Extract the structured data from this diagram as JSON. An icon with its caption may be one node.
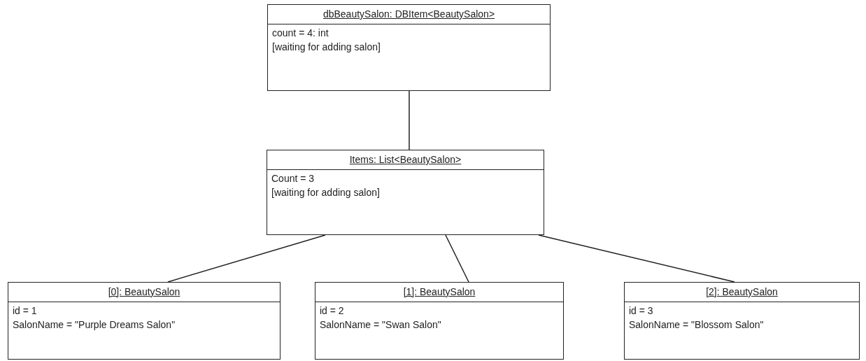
{
  "diagram": {
    "nodes": [
      {
        "text": [
          "dbBeautySalon: DBItem<BeautySalon>",
          "count = 4: int",
          "[waiting for adding salon]"
        ]
      },
      {
        "text": [
          "Items: List<BeautySalon>",
          "Count = 3",
          "[waiting for adding salon]"
        ]
      },
      {
        "text": [
          "[0]: BeautySalon",
          "id = 1",
          "SalonName = \"Purple Dreams Salon\""
        ]
      },
      {
        "text": [
          "[1]: BeautySalon",
          "id = 2",
          "SalonName = \"Swan Salon\""
        ]
      },
      {
        "text": [
          "[2]: BeautySalon",
          "id = 3",
          "SalonName = \"Blossom Salon\""
        ]
      }
    ],
    "edges": [
      {
        "from": 0,
        "to": 1,
        "arrow": "none"
      },
      {
        "from": 1,
        "to": 2,
        "arrow": "none"
      },
      {
        "from": 1,
        "to": 3,
        "arrow": "none"
      },
      {
        "from": 1,
        "to": 4,
        "arrow": "none"
      }
    ]
  }
}
